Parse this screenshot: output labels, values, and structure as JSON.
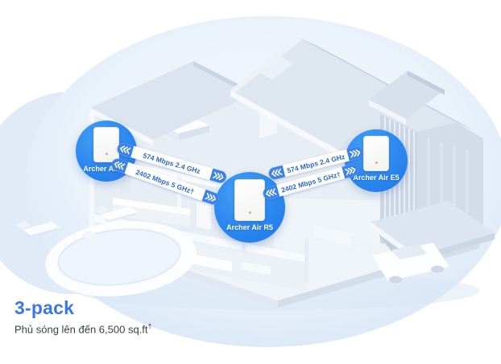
{
  "illustration": {
    "description": "Isometric cutaway house showing mesh Wi-Fi coverage with pool, lounge chairs and garage with car",
    "background_blob_color": "#dce9f7",
    "house_color": "#e7edf4"
  },
  "nodes": [
    {
      "position": "left",
      "label": "Archer Air E5"
    },
    {
      "position": "center",
      "label": "Archer Air R5"
    },
    {
      "position": "right",
      "label": "Archer Air E5"
    }
  ],
  "links": [
    {
      "from": "left-node",
      "to": "center-node",
      "label": "574 Mbps 2.4 GHz"
    },
    {
      "from": "left-node",
      "to": "center-node",
      "label": "2402 Mbps 5 GHz†"
    },
    {
      "from": "center-node",
      "to": "right-node",
      "label": "574 Mbps 2.4 GHz"
    },
    {
      "from": "center-node",
      "to": "right-node",
      "label": "2402 Mbps 5 GHz†"
    }
  ],
  "icons": {
    "chevrons_left": "triple-chevron-left",
    "chevrons_right": "triple-chevron-right",
    "device": "wifi-router-front-panel"
  },
  "colors": {
    "node_blue": "#2b87ef",
    "banner_cap_blue": "#3b82ec",
    "banner_text_blue": "#2a66d9",
    "title_blue": "#3b76f0",
    "subtitle_gray": "#3b4046"
  },
  "caption": {
    "title": "3-pack",
    "subtitle": "Phủ sóng lên đến 6,500 sq.ft",
    "subtitle_superscript": "†"
  }
}
